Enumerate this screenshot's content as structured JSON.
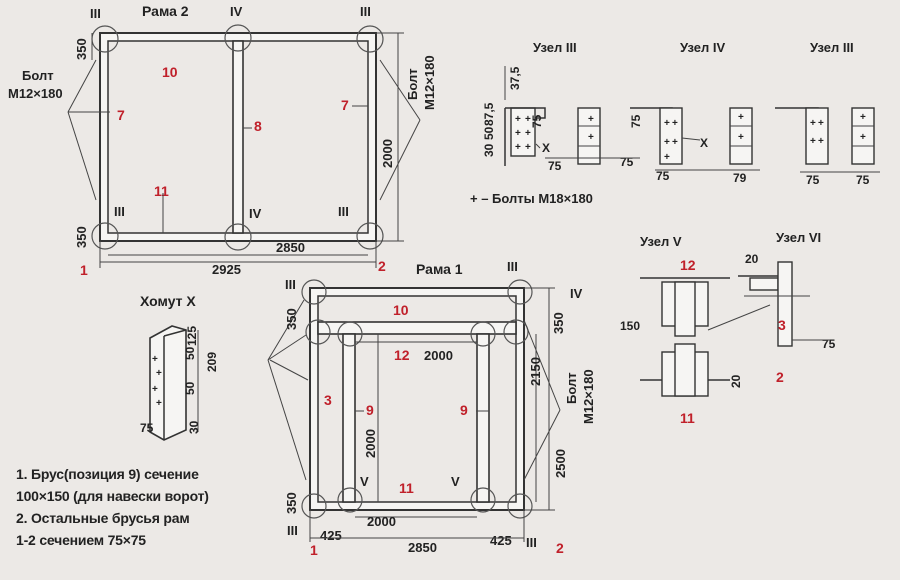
{
  "frame2": {
    "title": "Рама 2",
    "nodes": {
      "tl": "III",
      "tm": "IV",
      "tr": "III",
      "bl": "III",
      "bm": "IV",
      "br": "III"
    },
    "dims": {
      "top": "350",
      "bottom": "350",
      "height": "2000",
      "inner": "2850",
      "overall": "2925"
    },
    "bolt_left": {
      "line1": "Болт",
      "line2": "М12×180"
    },
    "bolt_right": {
      "line1": "Болт",
      "line2": "М12×180"
    },
    "parts": {
      "top": "10",
      "bottom": "11",
      "left": "7",
      "right": "7",
      "middle": "8"
    },
    "corners": {
      "left": "1",
      "right": "2"
    }
  },
  "frame1": {
    "title": "Рама 1",
    "nodes": {
      "tl": "III",
      "tr_outer": "IV",
      "tr": "III",
      "bl": "III",
      "br": "III",
      "v_left": "V",
      "v_right": "V"
    },
    "dims": {
      "top": "350",
      "right_top": "350",
      "bottom": "350",
      "span_upper": "2000",
      "span_lower": "2000",
      "height_inner": "2000",
      "height_right": "2150",
      "height_total": "2500",
      "offset_left": "425",
      "offset_right": "425",
      "overall": "2850"
    },
    "bolt_right": {
      "line1": "Болт",
      "line2": "М12×180"
    },
    "parts": {
      "top": "10",
      "mid": "12",
      "bottom": "11",
      "left": "3",
      "post_left": "9",
      "post_right": "9"
    },
    "corners": {
      "left": "1",
      "right": "2"
    }
  },
  "clamp": {
    "title": "Хомут X",
    "dims": {
      "a": "50",
      "b": "125",
      "c": "209",
      "d": "50",
      "e": "30",
      "w": "75"
    }
  },
  "node3a": {
    "title": "Узел III",
    "dims": {
      "d1": "37,5",
      "d2": "87,5",
      "d3": "50",
      "d4": "30",
      "d5": "75",
      "d6": "75",
      "d7": "75"
    },
    "marker": "X"
  },
  "node4": {
    "title": "Узел IV",
    "dims": {
      "d1": "75",
      "d2": "75",
      "d3": "79"
    },
    "marker": "X"
  },
  "node3b": {
    "title": "Узел III",
    "dims": {
      "d1": "75",
      "d2": "75"
    }
  },
  "bolts_note": "+ – Болты М18×180",
  "node5": {
    "title": "Узел V",
    "dims": {
      "h": "150",
      "s": "20"
    },
    "parts": {
      "top": "12",
      "bottom": "11"
    }
  },
  "node6": {
    "title": "Узел VI",
    "dims": {
      "t": "20",
      "w": "75"
    },
    "parts": {
      "a": "3",
      "b": "2"
    }
  },
  "notes": [
    "1. Брус(позиция 9) сечение",
    "100×150 (для навески ворот)",
    "2. Остальные брусья рам",
    "1-2 сечением 75×75"
  ]
}
